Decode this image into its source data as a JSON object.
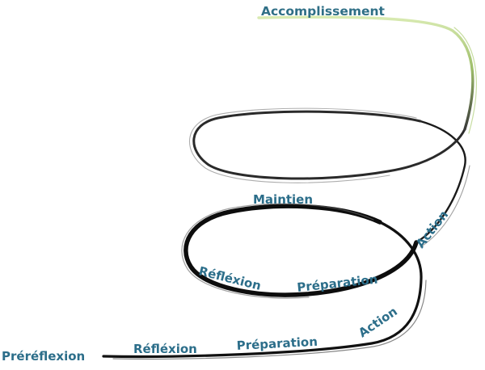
{
  "diagram": {
    "labels": {
      "accomplissement": "Accomplissement",
      "maintien": "Maintien",
      "action_upper": "Action",
      "preparation_upper": "Préparation",
      "reflexion_upper": "Réfléxion",
      "prereflexion": "Préréflexion",
      "reflexion_lower": "Réfléxion",
      "preparation_lower": "Préparation",
      "action_lower": "Action"
    },
    "colors": {
      "label": "#2c6e8a",
      "spiral_dark": "#111111",
      "spiral_top": "#c8e08a"
    }
  }
}
